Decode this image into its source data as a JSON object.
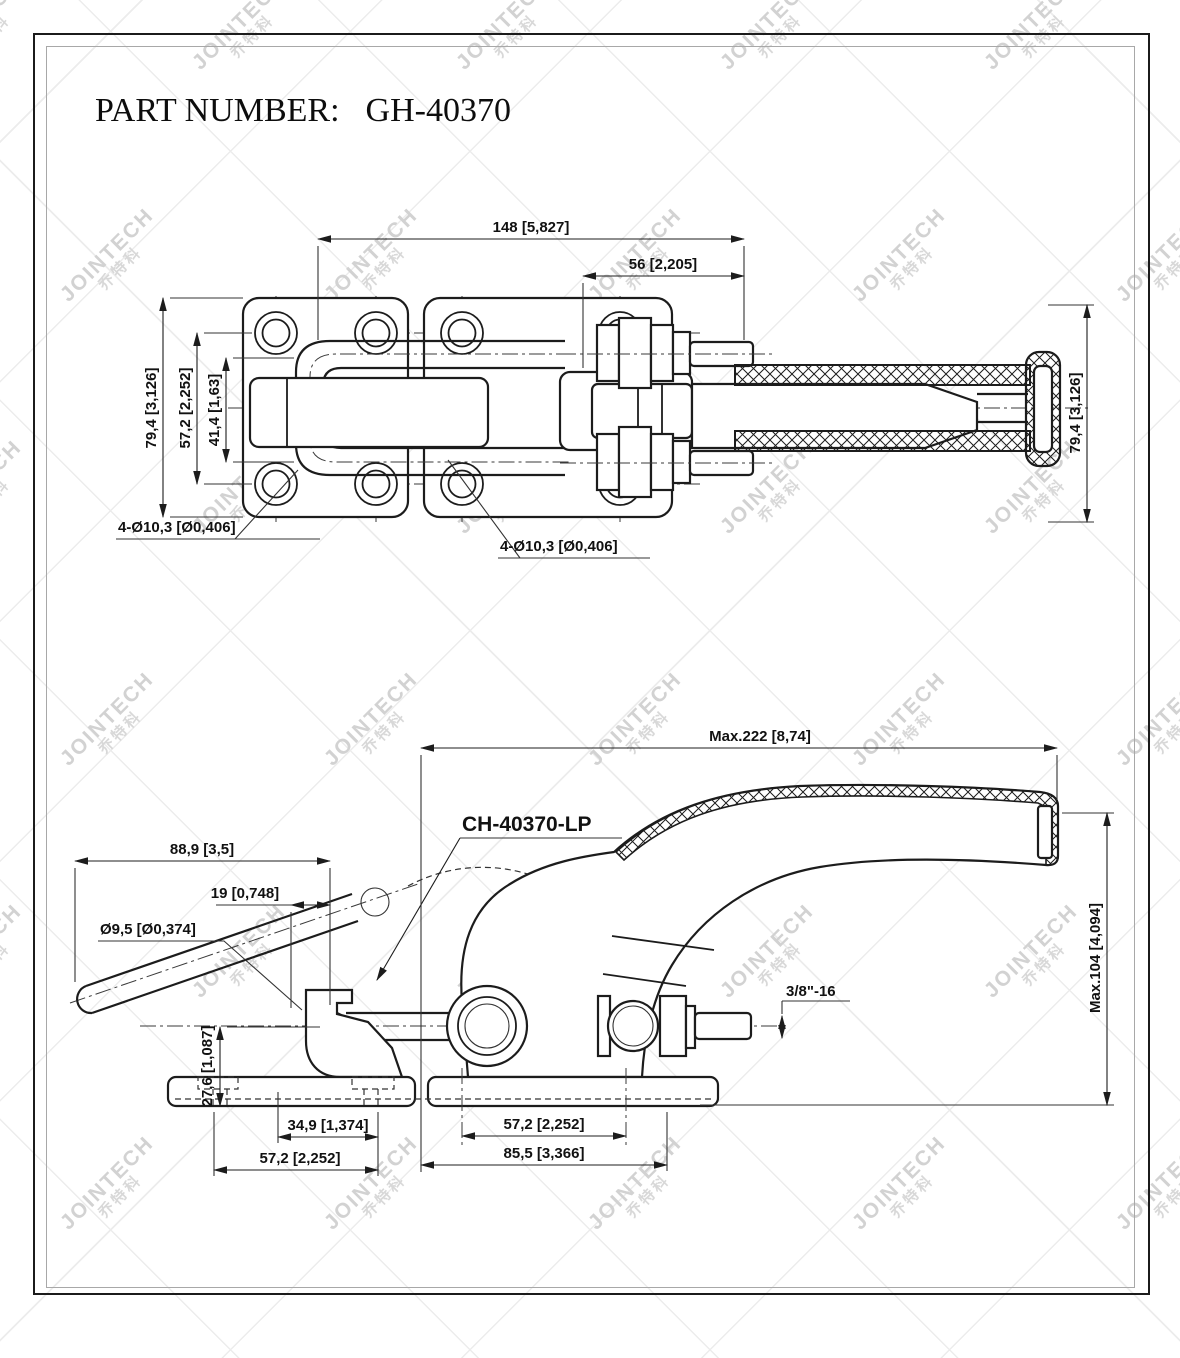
{
  "title": {
    "label": "PART NUMBER:",
    "value": "GH-40370"
  },
  "watermark": {
    "text": "JOINTECH",
    "subtext": "乔特科"
  },
  "views": {
    "top": {
      "dims": {
        "overall_width": "148 [5,827]",
        "stud_spacing": "56 [2,205]",
        "plate_height_left": "79,4 [3,126]",
        "hole_spacing_v": "57,2 [2,252]",
        "slot_height": "41,4 [1,63]",
        "handle_height_right": "79,4 [3,126]",
        "hole_callout_left": "4-Ø10,3 [Ø0,406]",
        "hole_callout_right": "4-Ø10,3 [Ø0,406]"
      }
    },
    "bottom": {
      "latch_label": "CH-40370-LP",
      "dims": {
        "max_length": "Max.222 [8,74]",
        "latch_reach": "88,9 [3,5]",
        "latch_offset": "19 [0,748]",
        "rod_diameter": "Ø9,5 [Ø0,374]",
        "base_height": "27,6 [1,087]",
        "slot_spacing": "34,9 [1,374]",
        "base_span_left": "57,2 [2,252]",
        "hole_spacing_right": "57,2 [2,252]",
        "base_span_right": "85,5 [3,366]",
        "thread_spec": "3/8\"-16",
        "max_height": "Max.104 [4,094]"
      }
    }
  }
}
